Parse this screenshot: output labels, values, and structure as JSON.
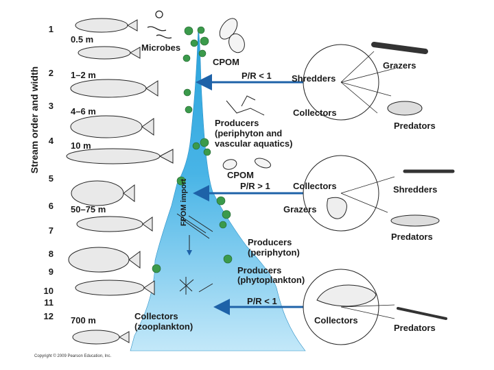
{
  "axis": {
    "title": "Stream order and width",
    "orders": [
      "1",
      "2",
      "3",
      "4",
      "5",
      "6",
      "7",
      "8",
      "9",
      "10",
      "11",
      "12"
    ]
  },
  "widths": [
    "0.5 m",
    "1–2 m",
    "4–6 m",
    "10 m",
    "50–75 m",
    "700 m"
  ],
  "labels": {
    "microbes": "Microbes",
    "cpom_top": "CPOM",
    "pr_top": "P/R < 1",
    "producers_mid_1": "Producers",
    "producers_mid_2": "(periphyton and",
    "producers_mid_3": "vascular aquatics)",
    "cpom_mid": "CPOM",
    "pr_mid": "P/R > 1",
    "fpom_import": "FPOM import",
    "producers_peri_1": "Producers",
    "producers_peri_2": "(periphyton)",
    "producers_phyto_1": "Producers",
    "producers_phyto_2": "(phytoplankton)",
    "pr_bottom": "P/R < 1",
    "collectors_zoo_1": "Collectors",
    "collectors_zoo_2": "(zooplankton)"
  },
  "circles": {
    "top": {
      "shredders": "Shredders",
      "grazers": "Grazers",
      "collectors": "Collectors",
      "predators": "Predators"
    },
    "middle": {
      "collectors": "Collectors",
      "shredders": "Shredders",
      "grazers": "Grazers",
      "predators": "Predators"
    },
    "bottom": {
      "collectors": "Collectors",
      "predators": "Predators"
    }
  },
  "copyright": "Copyright © 2009 Pearson Education, Inc.",
  "colors": {
    "river_top": "#2aa3dc",
    "river_bottom": "#bfe6f8",
    "arrow": "#1e62a8",
    "algae": "#3b9a4b"
  }
}
